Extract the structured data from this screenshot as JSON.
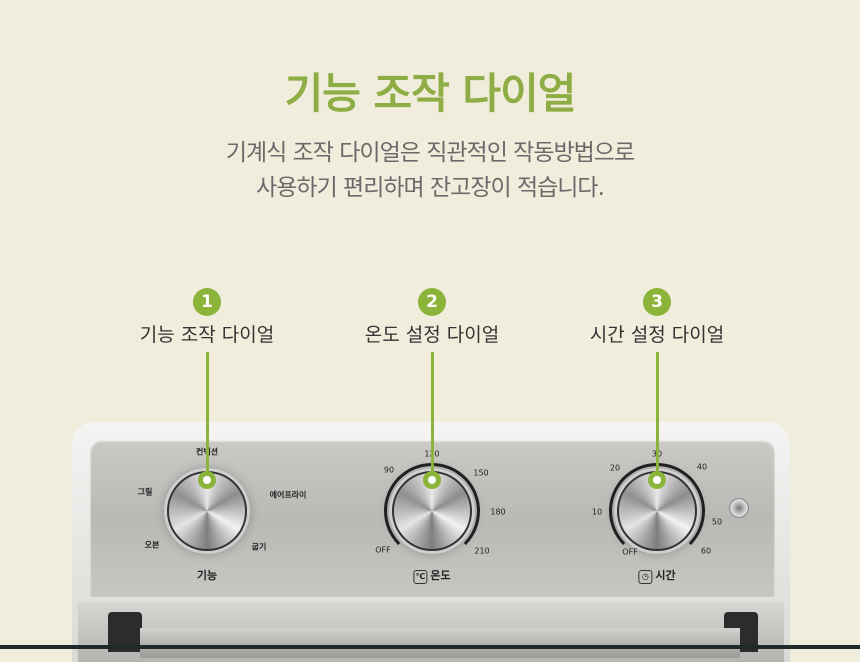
{
  "header": {
    "title": "기능 조작 다이얼",
    "subtitle_line1": "기계식 조작 다이얼은 직관적인 작동방법으로",
    "subtitle_line2": "사용하기 편리하며 잔고장이 적습니다."
  },
  "callouts": [
    {
      "number": "1",
      "label": "기능 조작 다이얼"
    },
    {
      "number": "2",
      "label": "온도 설정 다이얼"
    },
    {
      "number": "3",
      "label": "시간 설정 다이얼"
    }
  ],
  "function_dial": {
    "caption": "기능",
    "options": [
      "컨벡션",
      "그릴",
      "에어프라이",
      "오븐",
      "굽기"
    ]
  },
  "temp_dial": {
    "caption": "온도",
    "icon": "thermometer-icon",
    "icon_text": "℃",
    "marks": [
      "OFF",
      "90",
      "120",
      "150",
      "180",
      "210"
    ]
  },
  "time_dial": {
    "caption": "시간",
    "icon": "clock-icon",
    "marks": [
      "OFF",
      "10",
      "20",
      "30",
      "40",
      "50",
      "60"
    ]
  },
  "colors": {
    "accent": "#8cb43a",
    "title": "#8fad45",
    "background": "#f1eddc"
  }
}
